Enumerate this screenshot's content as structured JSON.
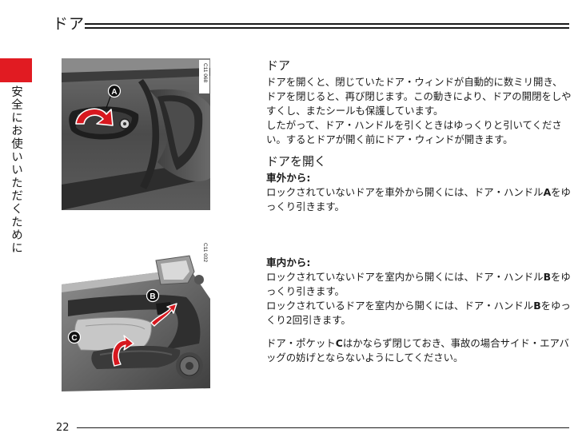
{
  "header": {
    "title": "ドア"
  },
  "side_tab": {
    "label": "安全にお使いいただくために"
  },
  "figures": {
    "a": {
      "code": "C11 068",
      "callout": "A"
    },
    "b": {
      "code": "C11 032",
      "callout_b": "B",
      "callout_c": "C"
    }
  },
  "door_section": {
    "heading": "ドア",
    "paragraph_1": "ドアを開くと、閉じていたドア・ウィンドが自動的に数ミリ開き、ドアを閉じると、再び閉じます。この動きにより、ドアの開閉をしやすくし、またシールも保護しています。",
    "paragraph_2": "したがって、ドア・ハンドルを引くときはゆっくりと引いてください。するとドアが開く前にドア・ウィンドが開きます。"
  },
  "opening_section": {
    "heading": "ドアを開く",
    "outside_heading": "車外から:",
    "outside_text": "ロックされていないドアを車外から開くには、ドア・ハンドル",
    "outside_handle": "A",
    "outside_tail": "をゆっくり引きます。"
  },
  "inside_section": {
    "heading": "車内から:",
    "unlocked_text": "ロックされていないドアを室内から開くには、ドア・ハンドル",
    "unlocked_handle": "B",
    "unlocked_tail": "をゆっくり引きます。",
    "locked_text": "ロックされているドアを室内から開くには、ドア・ハンドル",
    "locked_handle": "B",
    "locked_tail": "をゆっくり2回引きます。",
    "pocket_text": "ドア・ポケット",
    "pocket_label": "C",
    "pocket_tail": "はかならず閉じておき、事故の場合サイド・エアバッグの妨げとならないようにしてください。"
  },
  "footer": {
    "page_number": "22"
  },
  "colors": {
    "accent": "#e11b22",
    "arrow": "#d7181f"
  }
}
